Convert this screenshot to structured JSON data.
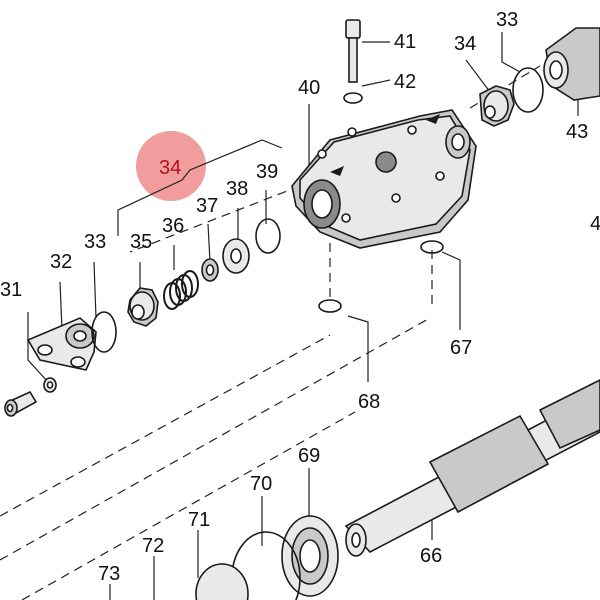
{
  "highlight": {
    "label": "34",
    "color": "#f08c8c"
  },
  "labels": {
    "l31": "31",
    "l32": "32",
    "l33a": "33",
    "l33b": "33",
    "l34a": "34",
    "l35": "35",
    "l36": "36",
    "l37": "37",
    "l38": "38",
    "l39": "39",
    "l40": "40",
    "l41": "41",
    "l42": "42",
    "l43": "43",
    "l4": "4",
    "l66": "66",
    "l67": "67",
    "l68": "68",
    "l69": "69",
    "l70": "70",
    "l71": "71",
    "l72": "72",
    "l73": "73"
  }
}
